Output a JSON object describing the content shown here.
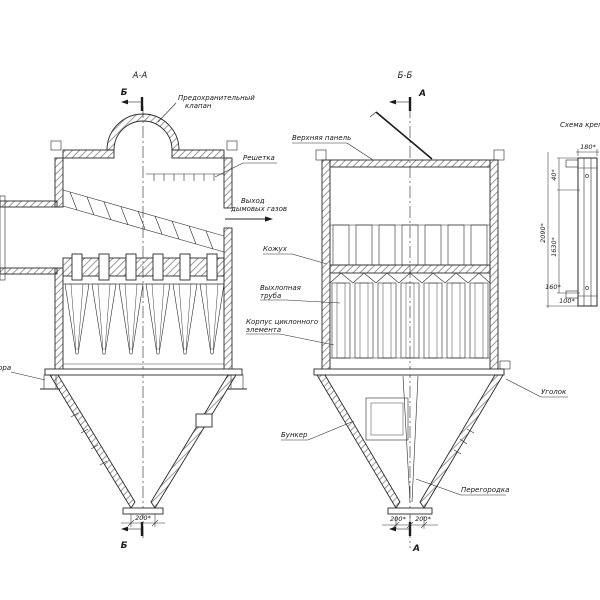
{
  "view_a": {
    "title": "А-А",
    "cut_label": "Б",
    "labels": {
      "safety_valve_line1": "Предохранительный",
      "safety_valve_line2": "клапан",
      "grid": "Решетка",
      "gas_outlet_line1": "Выход",
      "gas_outlet_line2": "дымовых газов",
      "support": "Опора"
    },
    "dimensions": {
      "outlet_width": "200*"
    }
  },
  "view_b": {
    "title": "Б-Б",
    "cut_label": "А",
    "labels": {
      "top_panel": "Верхняя панель",
      "casing": "Кожух",
      "exhaust_pipe_line1": "Выхлопная",
      "exhaust_pipe_line2": "труба",
      "cyclone_body_line1": "Корпус циклонного",
      "cyclone_body_line2": "элемента",
      "hopper": "Бункер",
      "angle_bracket": "Уголок",
      "partition": "Перегородка"
    },
    "dimensions": {
      "outlet_left": "200*",
      "outlet_right": "200*"
    }
  },
  "mounting_detail": {
    "title": "Схема крепления",
    "dimensions": {
      "top_width": "180*",
      "top_offset": "40*",
      "overall_height": "2090*",
      "inner_height": "1630*",
      "bottom_width": "160*",
      "bottom_offset": "100*"
    }
  },
  "colors": {
    "ink": "#2a2a2a",
    "background": "#ffffff"
  }
}
